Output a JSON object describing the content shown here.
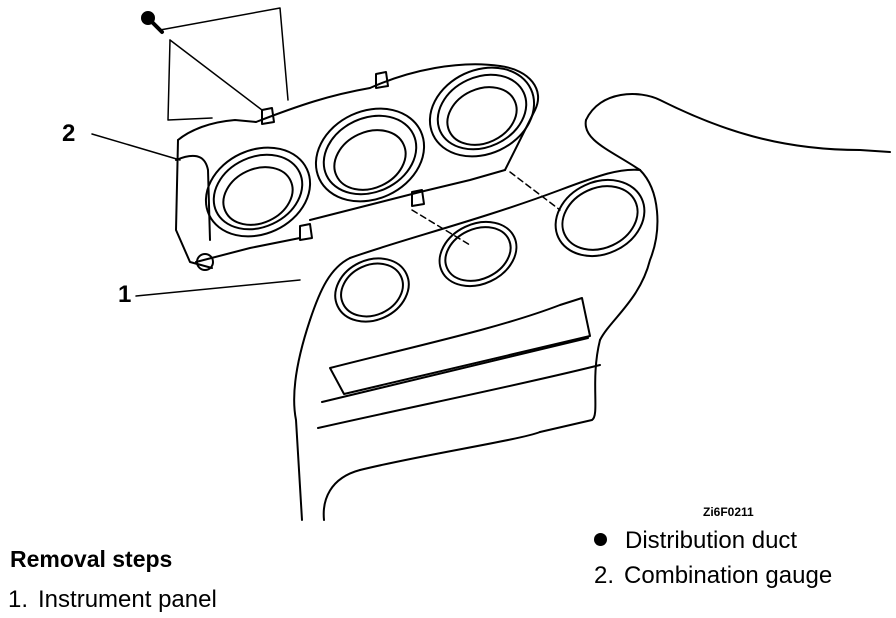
{
  "callouts": {
    "one": "1",
    "two": "2"
  },
  "figure_code": "Zi6F0211",
  "removal": {
    "title": "Removal steps",
    "steps": [
      {
        "number": "1.",
        "label": "Instrument panel"
      }
    ]
  },
  "legend": [
    {
      "marker": "bullet",
      "label": "Distribution duct"
    },
    {
      "number": "2.",
      "label": "Combination gauge"
    }
  ]
}
